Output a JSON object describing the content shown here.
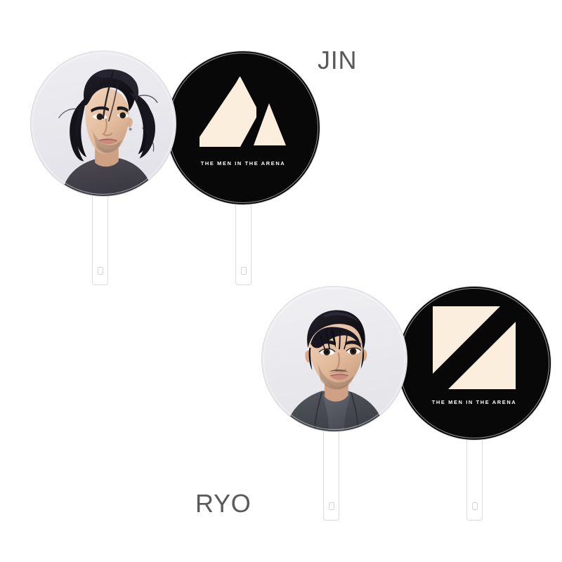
{
  "product": {
    "type": "uchiwa-fan-merchandise",
    "background_color": "#ffffff"
  },
  "brand": {
    "caption": "THE MEN IN THE ARENA",
    "logo_cream": "#fbeedc",
    "logo_black": "#080808",
    "name_color": "#595959"
  },
  "items": [
    {
      "id": "jin",
      "member_name": "JIN",
      "photo_side": {
        "background": "#e9e9ed",
        "hair_color": "#17161f",
        "skin_color": "#e8c4a8",
        "shirt_color": "#46444b",
        "description": "portrait of man with long wavy dark hair looking up-left"
      },
      "logo_side": {
        "background": "#080808",
        "logo_icon": "triangle-a-mark",
        "caption": "THE MEN IN THE ARENA",
        "caption_color": "#ffffff"
      },
      "handle": {
        "color": "#ffffff",
        "border_color": "#dcdce0",
        "hole_shape": "rounded-rectangle"
      }
    },
    {
      "id": "ryo",
      "member_name": "RYO",
      "photo_side": {
        "background": "#ebebef",
        "hair_color": "#16151c",
        "skin_color": "#e7c0a2",
        "shirt_color": "#585a62",
        "description": "portrait of man with short dark hair facing forward"
      },
      "logo_side": {
        "background": "#080808",
        "logo_icon": "square-slash-mark",
        "caption": "THE MEN IN THE ARENA",
        "caption_color": "#ffffff"
      },
      "handle": {
        "color": "#ffffff",
        "border_color": "#dcdce0",
        "hole_shape": "rounded-rectangle"
      }
    }
  ]
}
